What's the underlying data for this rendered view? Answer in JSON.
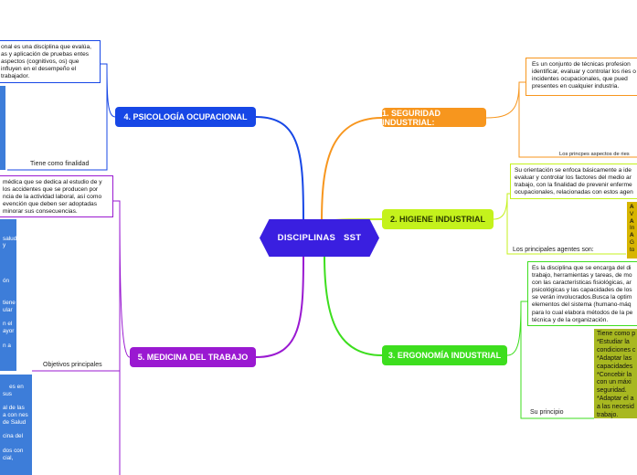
{
  "center": {
    "label": "DISCIPLINAS   SST"
  },
  "topics": {
    "seguridad": {
      "label": "1. SEGURIDAD INDUSTRIAL:"
    },
    "higiene": {
      "label": "2. HIGIENE INDUSTRIAL"
    },
    "ergonomia": {
      "label": "3. ERGONOMÍA INDUSTRIAL"
    },
    "psicologia": {
      "label": "4. PSICOLOGÍA OCUPACIONAL"
    },
    "medicina": {
      "label": "5. MEDICINA DEL TRABAJO"
    }
  },
  "details": {
    "seguridad_def": "Es un conjunto de técnicas profesion identificar, evaluar y controlar los ries o incidentes ocupacionales, que pued presentes en cualquier industria.",
    "seguridad_sub": "Los  princpes aspectos de ries",
    "higiene_def": "Su orientación se enfoca básicamente a ide evaluar y controlar los factores del medio ar trabajo, con la finalidad de prevenir enferme ocupacionales, relacionadas con estos agen",
    "higiene_sub": "Los principales agentes son:",
    "higiene_agents": [
      "A",
      "V",
      "A",
      "In",
      "A",
      "G",
      "to"
    ],
    "ergonomia_def": "Es la disciplina que se encarga del di trabajo, herramientas y tareas, de mo con las características fisiológicas, ar psicológicas y las capacidades de los se verán involucrados.Busca la optim elementos del sistema (humano-máq para lo cual elabora métodos de la pe técnica y de la organización.",
    "ergonomia_sub": "Su principio",
    "ergonomia_principio": "Tiene como p *Estudiar la condiciones c *Adaptar las capacidades *Concebir la con un máxi seguridad. *Adaptar el a a las necesid trabajo.",
    "psicologia_def": "onal es una disciplina que evalúa, as y aplicación de pruebas entes aspectos (cognitivos, os) que influyen en el desempeño el trabajador.",
    "psicologia_sub": "Tiene como finalidad",
    "medicina_def": "médica que se dedica al estudio de y los accidentes que se producen por ncia de la actividad laboral, así como evención que deben ser adoptadas minorar sus consecuencias.",
    "medicina_sub": "Objetivos principales",
    "medicina_obj1": "salud y\n\n\n\n\nón\n\n\ntiene ular\n\nn el ayor\n\nn a",
    "medicina_obj2": "es en sus\n\nal de las a con nes de Salud\n\ncina del\n\ndos con cial,"
  },
  "colors": {
    "center": "#3a1fe0",
    "seguridad": "#f7961e",
    "higiene": "#c4f21c",
    "ergonomia": "#3dde1e",
    "psicologia": "#1747e6",
    "medicina": "#9a19d1",
    "blue_panel": "#3d7dd9",
    "olive_panel": "#a8b821",
    "yellow_panel": "#d7b500"
  }
}
